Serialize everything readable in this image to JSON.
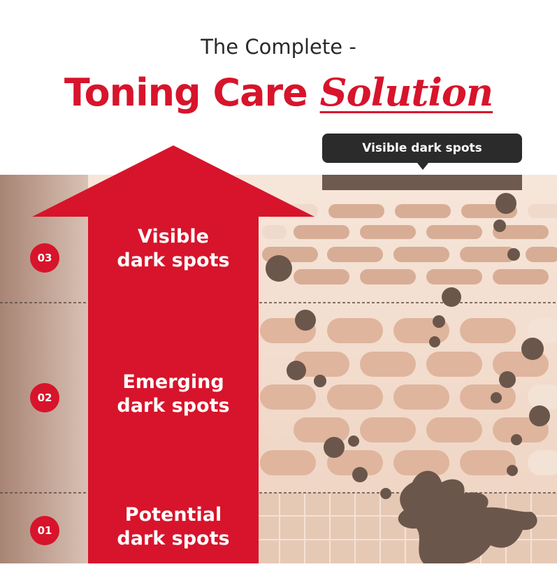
{
  "header": {
    "subtitle": "The Complete -",
    "title_main": "Toning Care ",
    "title_emphasis": "Solution"
  },
  "callout": {
    "label": "Visible dark spots"
  },
  "stages": [
    {
      "badge": "03",
      "line1": "Visible",
      "line2": "dark spots"
    },
    {
      "badge": "02",
      "line1": "Emerging",
      "line2": "dark spots"
    },
    {
      "badge": "01",
      "line1": "Potential",
      "line2": "dark spots"
    }
  ],
  "colors": {
    "brand_red": "#d7142b",
    "skin_light": "#f1ddd0",
    "skin_mid": "#e5c2ab",
    "cell": "#d4a88f",
    "spot": "#6b564b",
    "dark": "#2b2b2b"
  }
}
